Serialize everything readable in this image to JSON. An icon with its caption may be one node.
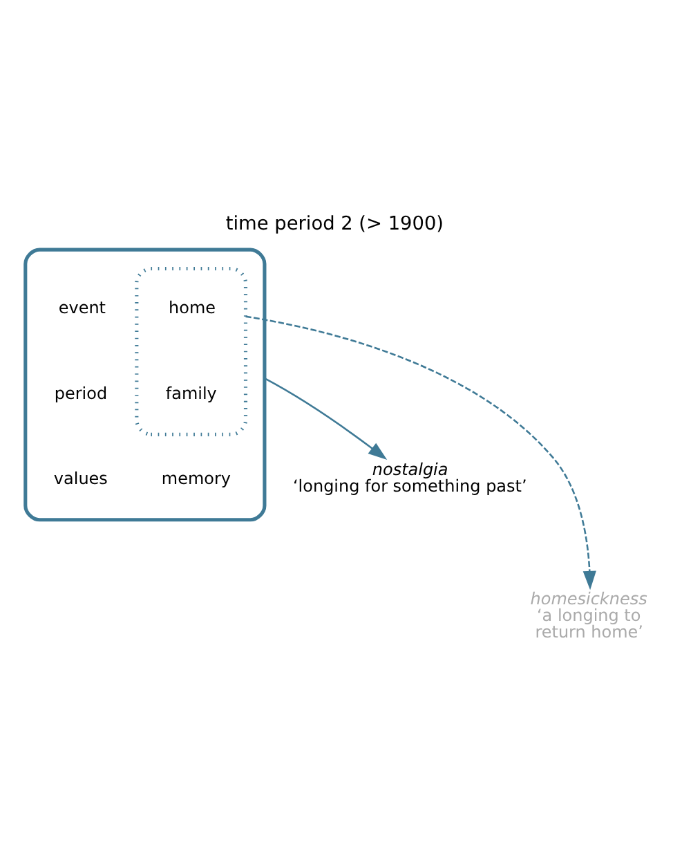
{
  "diagram": {
    "title": "time period 2 (> 1900)",
    "nodes": [
      {
        "text": [],
        "shape": "box"
      },
      {
        "text": [
          "event"
        ],
        "in": 0
      },
      {
        "text": [
          "period"
        ],
        "in": 0
      },
      {
        "text": [
          "values"
        ],
        "in": 0
      },
      {
        "text": [
          "memory"
        ],
        "in": 0
      },
      {
        "text": [],
        "shape": "box",
        "in": 0
      },
      {
        "text": [
          "home"
        ],
        "in": 5
      },
      {
        "text": [
          "family"
        ],
        "in": 5
      },
      {
        "text": [
          "nostalgia",
          "‘longing for something past’"
        ]
      },
      {
        "text": [
          "homesickness",
          "‘a longing to return home’"
        ]
      }
    ],
    "edges": [
      {
        "from": 0,
        "to": 8,
        "arrow": "to"
      },
      {
        "from": 5,
        "to": 9,
        "arrow": "to",
        "style": "dashed"
      }
    ]
  }
}
